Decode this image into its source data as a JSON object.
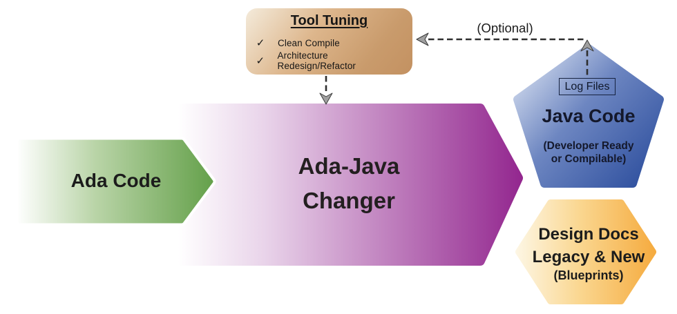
{
  "tool_tuning": {
    "title": "Tool Tuning",
    "items": [
      {
        "label": "Clean Compile"
      },
      {
        "label": "Architecture Redesign/Refactor"
      }
    ]
  },
  "icons": {
    "check": "✓"
  },
  "connectors": {
    "optional_label": "(Optional)"
  },
  "green_arrow": {
    "label": "Ada Code"
  },
  "purple_arrow": {
    "line1": "Ada-Java",
    "line2": "Changer"
  },
  "pentagon": {
    "tag_label": "Log Files",
    "title": "Java Code",
    "subtitle_line1": "(Developer Ready",
    "subtitle_line2": "or Compilable)"
  },
  "hexagon": {
    "line1": "Design Docs",
    "line2": "Legacy & New",
    "line3": "(Blueprints)"
  },
  "colors": {
    "green": "#69a44f",
    "purple": "#93278f",
    "blue": "#2b4d9c",
    "tan": "#c39161",
    "orange": "#f5ab3f"
  }
}
